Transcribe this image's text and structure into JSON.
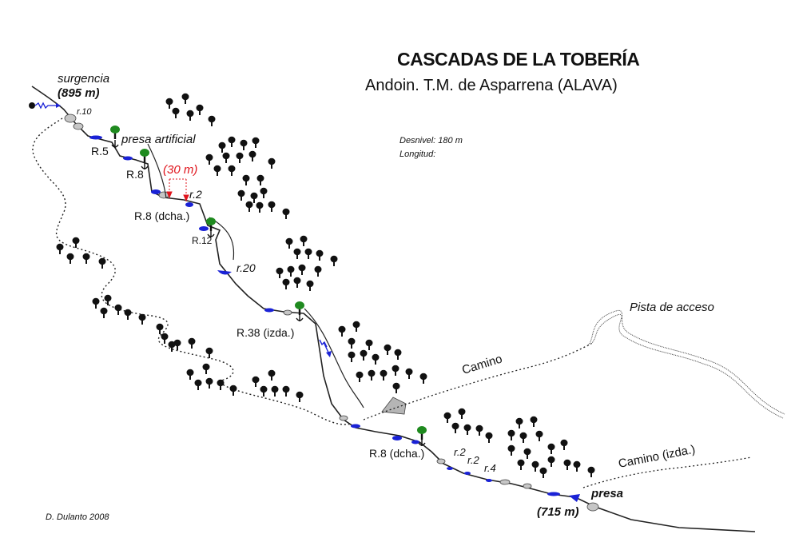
{
  "title": "CASCADAS DE LA TOBERÍA",
  "subtitle": "Andoin. T.M. de Asparrena (ALAVA)",
  "stats": {
    "desnivel": "Desnivel: 180 m",
    "longitud": "Longitud:"
  },
  "author": "D. Dulanto 2008",
  "labels": {
    "surgencia": "surgencia",
    "alt_top": "(895 m)",
    "r10": "r.10",
    "r5": "R.5",
    "presa_artificial": "presa artificial",
    "r8a": "R.8",
    "m30": "(30 m)",
    "r2a": "r.2",
    "r8_dcha_a": "R.8 (dcha.)",
    "r12": "R.12",
    "r20": "r.20",
    "r38": "R.38 (izda.)",
    "pista": "Pista de acceso",
    "camino": "Camino",
    "r8_dcha_b": "R.8 (dcha.)",
    "r2b": "r.2",
    "r2c": "r.2",
    "r4": "r.4",
    "camino_izda": "Camino (izda.)",
    "presa": "presa",
    "alt_bottom": "(715 m)"
  },
  "colors": {
    "water": "#1a22d6",
    "red": "#e0141c",
    "tree": "#1a1a1a",
    "tree_anchor": "#1f8a1f",
    "rock": "#c4c4c4"
  }
}
